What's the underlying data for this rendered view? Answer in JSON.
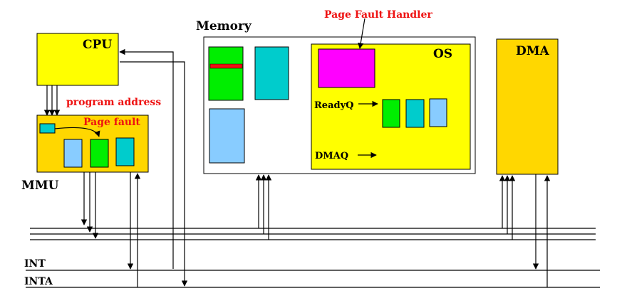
{
  "labels": {
    "cpu": "CPU",
    "program_address": "program address",
    "page_fault": "Page fault",
    "mmu": "MMU",
    "memory": "Memory",
    "page_fault_handler": "Page Fault Handler",
    "os": "OS",
    "readyq": "ReadyQ",
    "dmaq": "DMAQ",
    "dma": "DMA",
    "int": "INT",
    "inta": "INTA"
  },
  "colors": {
    "cpu_fill": "#ffff00",
    "mmu_fill": "#ffd700",
    "memory_fill": "#ffffff",
    "os_fill": "#ffff00",
    "dma_fill": "#ffd700",
    "page_green": "#00ee00",
    "page_cyan": "#00cccc",
    "page_lightblue": "#88ccff",
    "handler_magenta": "#ff00ff",
    "fault_marker_red": "#ee1111",
    "label_red": "#ee1111"
  }
}
